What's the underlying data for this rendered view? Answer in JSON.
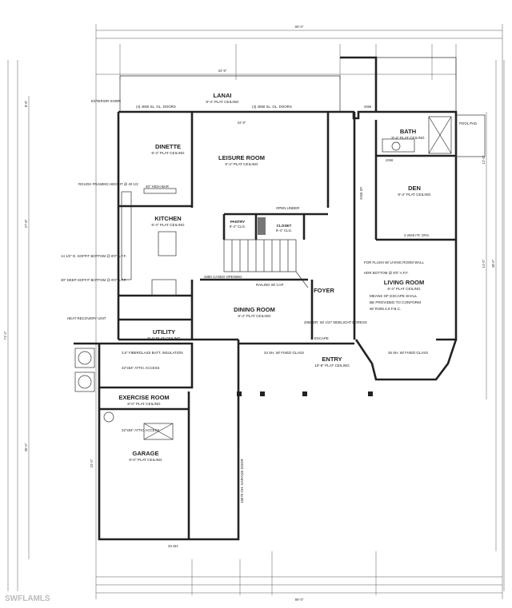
{
  "rooms": {
    "lanai": {
      "name": "LANAI",
      "ceiling": "9'-4\" PLAT CEILING"
    },
    "dinette": {
      "name": "DINETTE",
      "ceiling": "9'-4\" PLAT CEILING"
    },
    "leisure": {
      "name": "LEISURE ROOM",
      "ceiling": "9'-4\" PLAT CEILING"
    },
    "kitchen": {
      "name": "KITCHEN",
      "ceiling": "9'-4\" PLAT CEILING"
    },
    "bath": {
      "name": "BATH",
      "ceiling": "9'-4\" PLAT CEILING"
    },
    "den": {
      "name": "DEN",
      "ceiling": "9'-4\" PLAT CEILING"
    },
    "pantry": {
      "name": "PANTRY",
      "ceiling": "9'-4\" CLG."
    },
    "closet": {
      "name": "CLOSET",
      "ceiling": "9'-4\" CLG."
    },
    "living": {
      "name": "LIVING ROOM",
      "ceiling": "9'-4\" PLAT CEILING"
    },
    "foyer": {
      "name": "FOYER"
    },
    "dining": {
      "name": "DINING ROOM",
      "ceiling": "9'-4\" PLAT CEILING"
    },
    "utility": {
      "name": "UTILITY",
      "ceiling": "9'-4\" PLAT CEILING"
    },
    "entry": {
      "name": "ENTRY",
      "ceiling": "10'-8\" PLAT CEILING"
    },
    "exercise": {
      "name": "EXERCISE ROOM",
      "ceiling": "8'-0\" PLAT CEILING"
    },
    "garage": {
      "name": "GARAGE",
      "ceiling": "8'-0\" PLAT CEILING"
    }
  },
  "notes": {
    "exterior_shwr": "EXTERIOR SHWR",
    "lanai_doors_left": "(4) 4060 SL. GL. DOORS",
    "lanai_doors_right": "(4) 4060 SL. GL. DOORS",
    "pool_pad": "POOL PAD",
    "rough_framing": "ROUGH FRAMING HEIGHT @ 40 1/2",
    "high_bar": "40\" HIGH BAR",
    "open_under": "OPEN UNDER",
    "soffit_1": "14 1/2\" D. SOFFIT BOTTOM @ 8'0\" A.F.F.",
    "soffit_2": "30\" DEEP SOFFIT BOTTOM @ 8'0\" A.F.F.",
    "heat_recovery": "HEAT RECOVERY UNIT",
    "cased_opening": "2680 CASED OPENING",
    "railing": "RAILING W/ CAP",
    "egress_1": "2068 DR. W/ 1/27 SIDELIGHT EGRESS",
    "egress_2": "ESCAPE",
    "flush_wall": "FOR FLUSH W/ LIVING ROOM WALL",
    "hdr_bottom": "HDR BOTTOM @ 8'0\" A.F.F.",
    "escape_1": "MEANS OF ESCAPE SHALL",
    "escape_2": "BE PROVIDED TO CONFORM",
    "escape_3": "W/ R305.4.5 F.B.C.",
    "fiberglass_1": "3.5\" FIBERGLASS BATT. INSULATION",
    "attic_1": "22\"x54\" ATTIC ACCESS",
    "attic_2": "22\"x54\" ATTIC ACCESS",
    "fixed_glass_1": "35 SH. W/ FIXED GLASS",
    "fixed_glass_2": "34 SH. W/ FIXED GLASS",
    "garage_door": "16070 OH. GARAGE DOOR",
    "sh_bottom": "34 SH.",
    "watermark": "SWFLAMLS"
  },
  "dims": {
    "overall_top": "90'-0\"",
    "overall_bottom": "90'-0\"",
    "lanai_width": "34'-8\"",
    "leisure_width": "34'-8\"",
    "depth_left": "71'-4\"",
    "depth_right": "48'-0\"",
    "left_1": "8'-8\"",
    "left_2": "27'-8\"",
    "left_3": "35'-0\"",
    "side_1": "12'-0\"",
    "side_2": "14'-0\"",
    "garage_side": "24'-0\"",
    "door_a": "2668",
    "door_b": "2068",
    "door_c": "2068 SP.",
    "door_d": "2-2668 FR. DRS."
  }
}
